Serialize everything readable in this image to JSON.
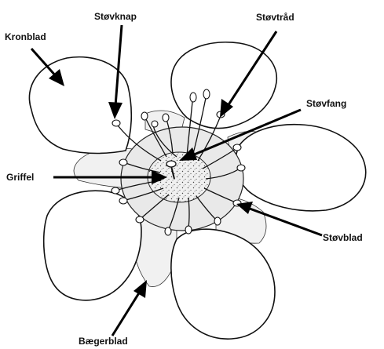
{
  "labels": {
    "kronblad": "Kronblad",
    "stovknap": "Støvknap",
    "stovtrad": "Støvtråd",
    "stovfang": "Støvfang",
    "griffel": "Griffel",
    "stovblad": "Støvblad",
    "baegerblad": "Bægerblad"
  },
  "colors": {
    "line": "#111111",
    "arrow": "#000000",
    "background": "#ffffff"
  }
}
